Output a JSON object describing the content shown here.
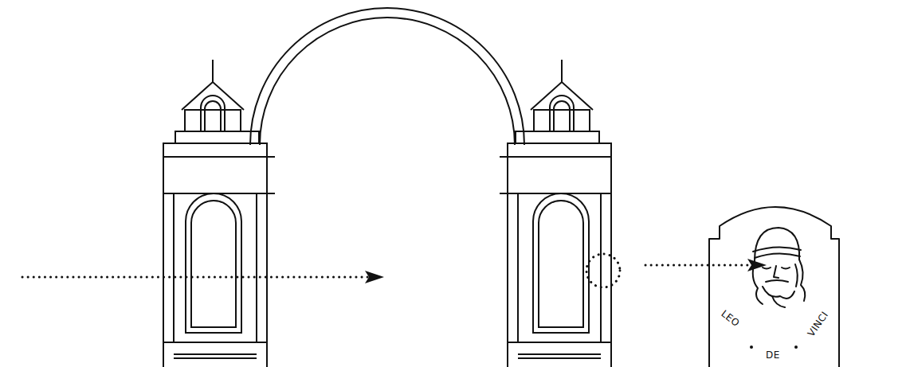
{
  "diagram": {
    "nodes": [
      {
        "text": [
          "LEO",
          "DE",
          "VINCI"
        ]
      }
    ]
  }
}
